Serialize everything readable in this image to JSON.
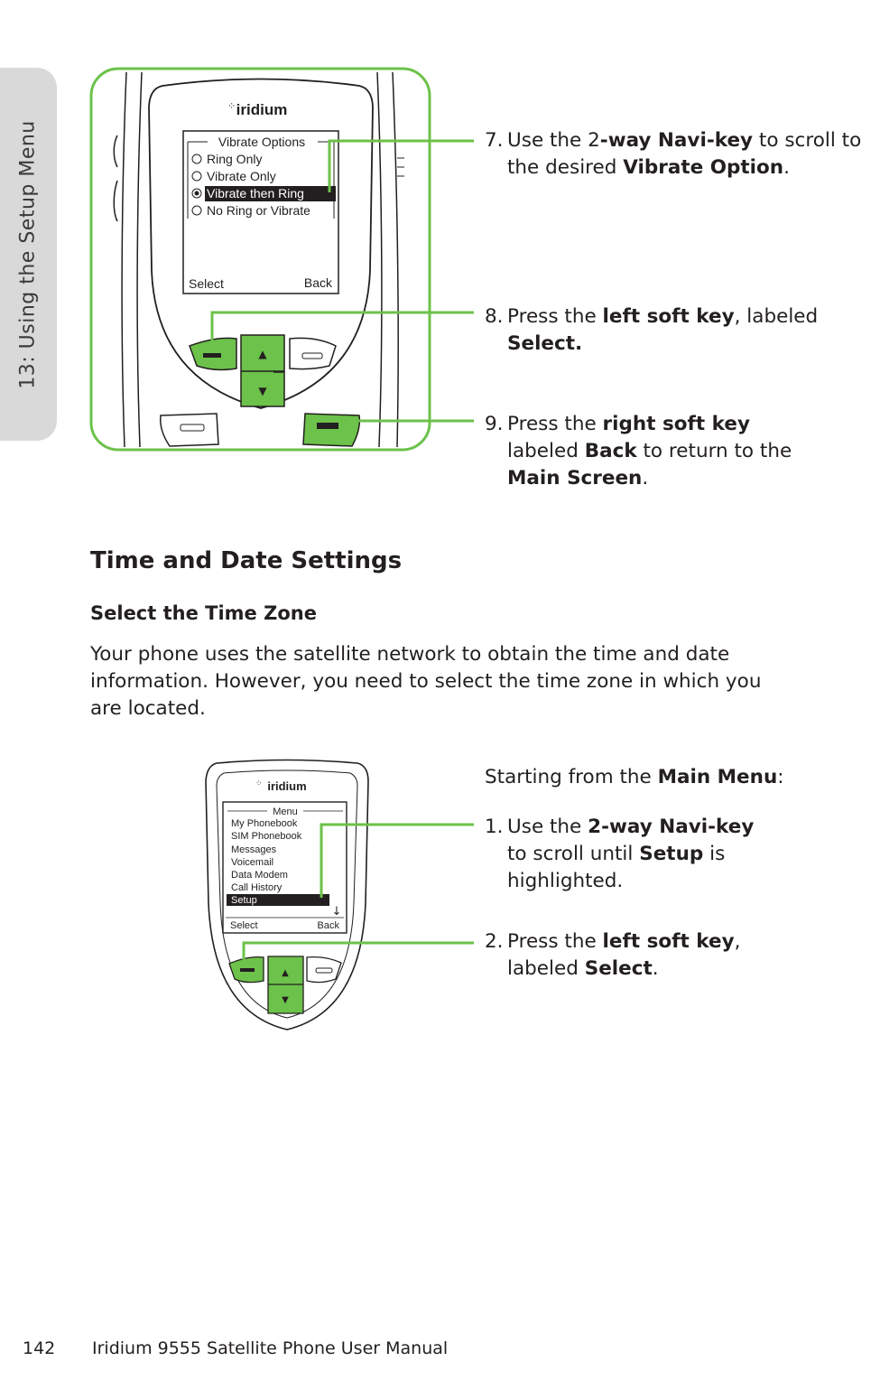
{
  "sidebar": {
    "section_label": "13: Using the Setup Menu"
  },
  "figure1": {
    "brand": "iridium",
    "screen": {
      "title": "Vibrate Options",
      "options": [
        {
          "label": "Ring Only",
          "selected": false
        },
        {
          "label": "Vibrate Only",
          "selected": false
        },
        {
          "label": "Vibrate then Ring",
          "selected": true
        },
        {
          "label": "No Ring or Vibrate",
          "selected": false
        }
      ],
      "left_softkey": "Select",
      "right_softkey": "Back"
    },
    "nav_up": "▲",
    "nav_down": "▼"
  },
  "steps_top": [
    {
      "num": "7.",
      "t1": "Use the 2",
      "b1": "-way Navi-key",
      "t2": " to scroll to the desired ",
      "b2": "Vibrate Option",
      "t3": "."
    },
    {
      "num": "8.",
      "t1": "Press the ",
      "b1": "left soft key",
      "t2": ", labeled ",
      "b2": "Select.",
      "t3": ""
    },
    {
      "num": "9.",
      "t1": "Press the ",
      "b1": "right soft key",
      "t2": " labeled ",
      "b2": "Back",
      "t3": " to return to the ",
      "b3": "Main Screen",
      "t4": "."
    }
  ],
  "heading": "Time and Date Settings",
  "subheading": "Select the Time Zone",
  "paragraph": "Your phone uses the satellite network to obtain the time and date information. However, you need to select the time zone in which you are located.",
  "figure2": {
    "brand": "iridium",
    "screen": {
      "title": "Menu",
      "items": [
        "My Phonebook",
        "SIM Phonebook",
        "Messages",
        "Voicemail",
        "Data Modem",
        "Call History",
        "Setup"
      ],
      "highlighted": "Setup",
      "scroll_arrow": "↓",
      "left_softkey": "Select",
      "right_softkey": "Back"
    },
    "nav_up": "▲",
    "nav_down": "▼"
  },
  "intro": {
    "t1": "Starting from the ",
    "b1": "Main Menu",
    "t2": ":"
  },
  "steps_bottom": [
    {
      "num": "1.",
      "t1": "Use the ",
      "b1": "2-way Navi-key",
      "t2": " to scroll until ",
      "b2": "Setup",
      "t3": " is highlighted."
    },
    {
      "num": "2.",
      "t1": "Press the ",
      "b1": "left soft key",
      "t2": ", labeled ",
      "b2": "Select",
      "t3": "."
    }
  ],
  "footer": {
    "page_number": "142",
    "title": "Iridium 9555 Satellite Phone User Manual"
  },
  "colors": {
    "accent_green": "#6cc24a",
    "button_green": "#6cc24a",
    "sidetab_gray": "#d9d9d9",
    "text": "#231f20"
  }
}
